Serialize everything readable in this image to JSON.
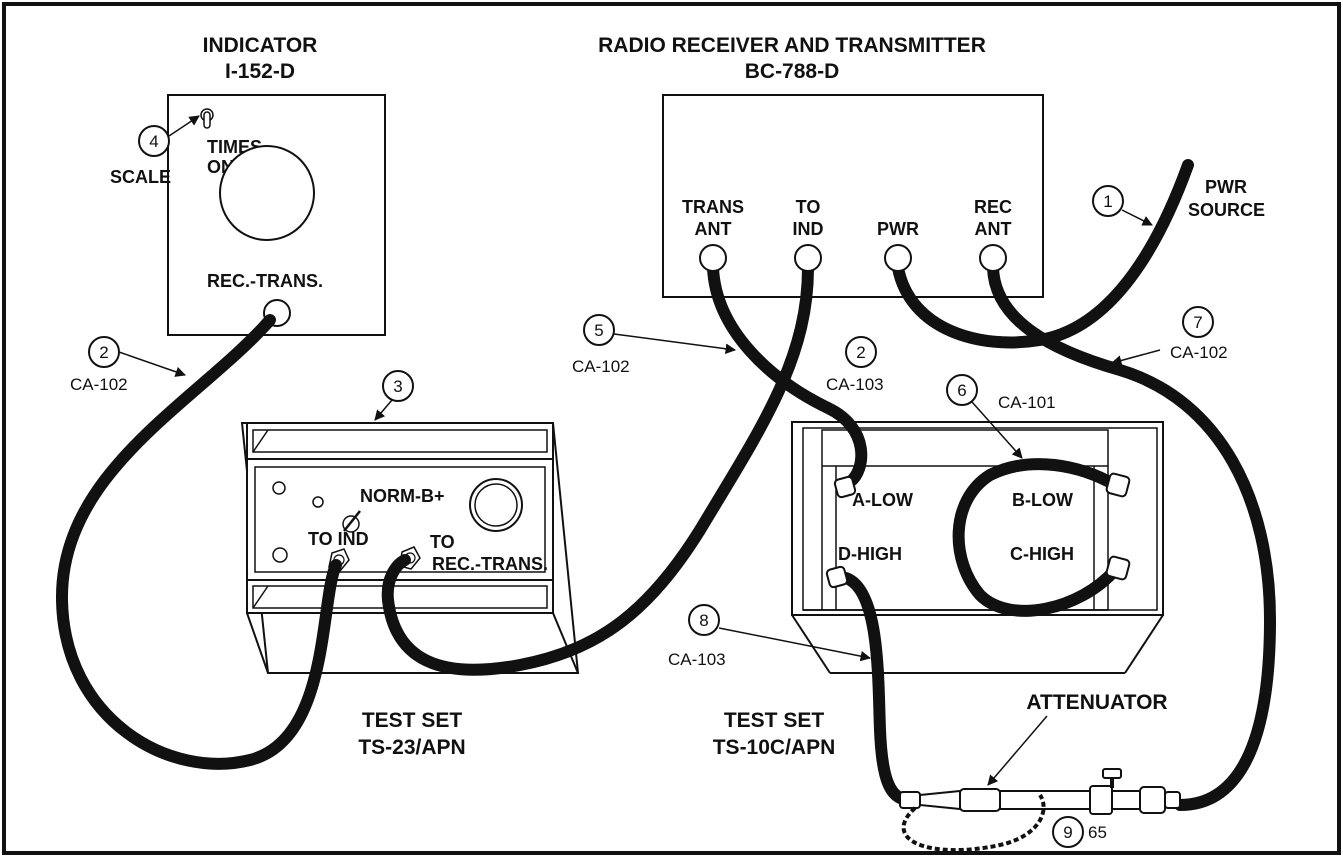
{
  "titles": {
    "indicator": "INDICATOR",
    "indicator_model": "I-152-D",
    "radio": "RADIO RECEIVER AND TRANSMITTER",
    "radio_model": "BC-788-D",
    "testset1": "TEST SET",
    "testset1_model": "TS-23/APN",
    "testset2": "TEST SET",
    "testset2_model": "TS-10C/APN",
    "attenuator": "ATTENUATOR"
  },
  "indicator": {
    "times": "TIMES",
    "one": "ONE",
    "scale": "SCALE",
    "rec_trans": "REC.-TRANS."
  },
  "radio": {
    "trans": "TRANS",
    "ant": "ANT",
    "to": "TO",
    "ind": "IND",
    "pwr": "PWR",
    "rec": "REC",
    "rec_ant": "ANT"
  },
  "pwr_source": {
    "line1": "PWR",
    "line2": "SOURCE"
  },
  "ts23": {
    "norm_b": "NORM-B+",
    "to_ind": "TO IND",
    "to": "TO",
    "rec_trans": "REC.-TRANS."
  },
  "ts10": {
    "a_low": "A-LOW",
    "b_low": "B-LOW",
    "c_high": "C-HIGH",
    "d_high": "D-HIGH"
  },
  "callouts": {
    "c1": "1",
    "c2a": "2",
    "c2b": "2",
    "c3": "3",
    "c4": "4",
    "c5": "5",
    "c6": "6",
    "c7": "7",
    "c8": "8",
    "c9": "9",
    "c9_suffix": "65"
  },
  "cables": {
    "c2_left": "CA-102",
    "c5": "CA-102",
    "c2_right": "CA-103",
    "c6": "CA-101",
    "c7": "CA-102",
    "c8": "CA-103"
  }
}
